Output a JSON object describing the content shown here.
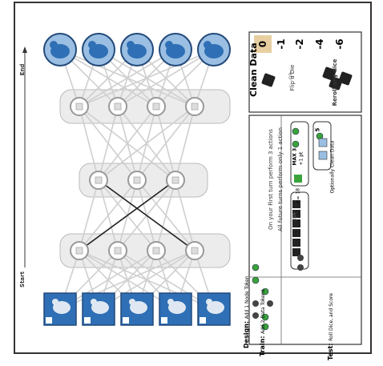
{
  "axis": {
    "start_label": "Start",
    "end_label": "End"
  },
  "animals_top": [
    {
      "icon": "whale-icon"
    },
    {
      "icon": "horse-icon"
    },
    {
      "icon": "dog-icon"
    },
    {
      "icon": "seal-icon"
    },
    {
      "icon": "cat-icon"
    }
  ],
  "animals_bottom": [
    {
      "icon": "seal-icon"
    },
    {
      "icon": "bird-icon"
    },
    {
      "icon": "cat-icon"
    },
    {
      "icon": "deer-icon"
    },
    {
      "icon": "cow-icon"
    }
  ],
  "clean_data": {
    "title": "Clean Data",
    "flip_label": "Flip a Die",
    "or_label": "-OR-",
    "reroll_label": "Reroll any dice",
    "scores": [
      "0",
      "-1",
      "-2",
      "-4",
      "-6"
    ],
    "highlighted_score_index": 0
  },
  "turn_rules": {
    "first": "On your First turn perform 3 actions",
    "future": "All future turns perform only 1 action"
  },
  "actions": {
    "design_title": "Design:",
    "design_text": "Add 1 Node Token",
    "train_title": "Train:",
    "train_text": "Add 2 Data Tokens",
    "test_title": "Test:",
    "test_text": "Roll Dice, and Score"
  },
  "cards": {
    "max_label": "MAX 3",
    "pt_label": "+1 pt",
    "or_label": "-OR-",
    "threshold_label": "<= 18",
    "count_label": "5",
    "optional_label": "Optionally Clean Data"
  },
  "colors": {
    "blue": "#2f6fb5",
    "light_blue": "#9bbfe3",
    "tan": "#e8cfa2",
    "green": "#3aa33a",
    "gray_panel": "#ececec",
    "line_gray": "#cfcfcf"
  }
}
